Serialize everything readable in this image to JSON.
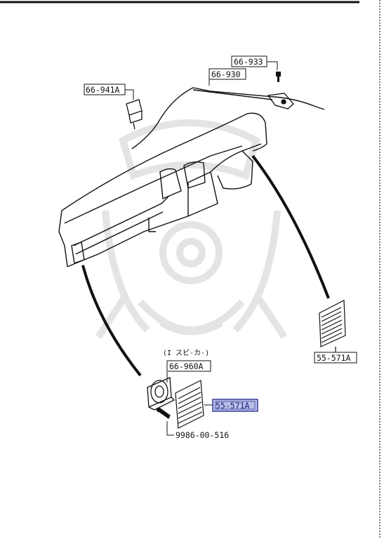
{
  "parts": {
    "p66_933": "66-933",
    "p66_930": "66-930",
    "p66_941a": "66-941A",
    "p66_960a": "66-960A",
    "p55_571a_right": "55-571A",
    "p55_571a_highlight": "55-571A",
    "p9986": "9986-00-516"
  },
  "notes": {
    "speaker_note": "(I スピ-カ-)"
  },
  "colors": {
    "highlight_fill": "#b8bfe8",
    "highlight_stroke": "#3a3f9a",
    "line": "#111111",
    "watermark": "#e2e2e2"
  }
}
